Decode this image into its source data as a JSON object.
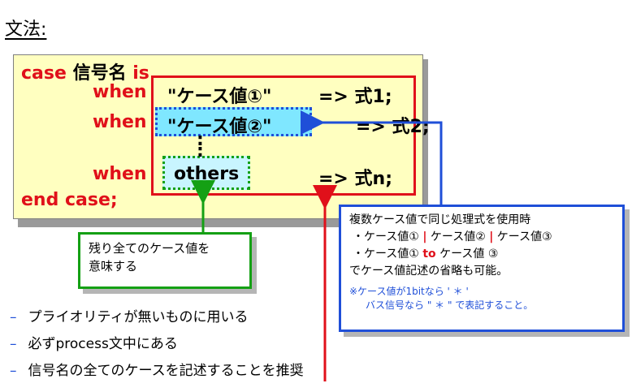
{
  "title": "文法:",
  "code": {
    "line1_kw": "case",
    "line1_name": "信号名",
    "line1_is": "is",
    "when1": "when",
    "value1": "\"ケース値①\"",
    "expr1": "=> 式1;",
    "when2": "when",
    "value2": "\"ケース値②\"",
    "expr2": "=> 式2;",
    "dots": ":",
    "when3": "when",
    "others": "others",
    "expr3": "=> 式n;",
    "end": "end case;"
  },
  "green_note": {
    "line1": "残り全てのケース値を",
    "line2": "意味する"
  },
  "blue_note": {
    "line1": "複数ケース値で同じ処理式を使用時",
    "line2_a": "・ケース値①",
    "sep1": "|",
    "line2_b": "ケース値②",
    "sep2": "|",
    "line2_c": "ケース値③",
    "line3_a": "・ケース値①",
    "to": "to",
    "line3_b": "ケース値 ③",
    "line4": "でケース値記述の省略も可能。",
    "note1": "※ケース値が1bitなら ' ＊ '",
    "note2": "バス信号なら \" ＊ \" で表記すること。"
  },
  "bullets": [
    "プライオリティが無いものに用いる",
    "必ずprocess文中にある",
    "信号名の全てのケースを記述することを推奨"
  ],
  "bullet_dash": "–",
  "colors": {
    "red": "#e0101a",
    "blue": "#1f4fd8",
    "green": "#14a014",
    "code_bg": "#ffffc0"
  }
}
